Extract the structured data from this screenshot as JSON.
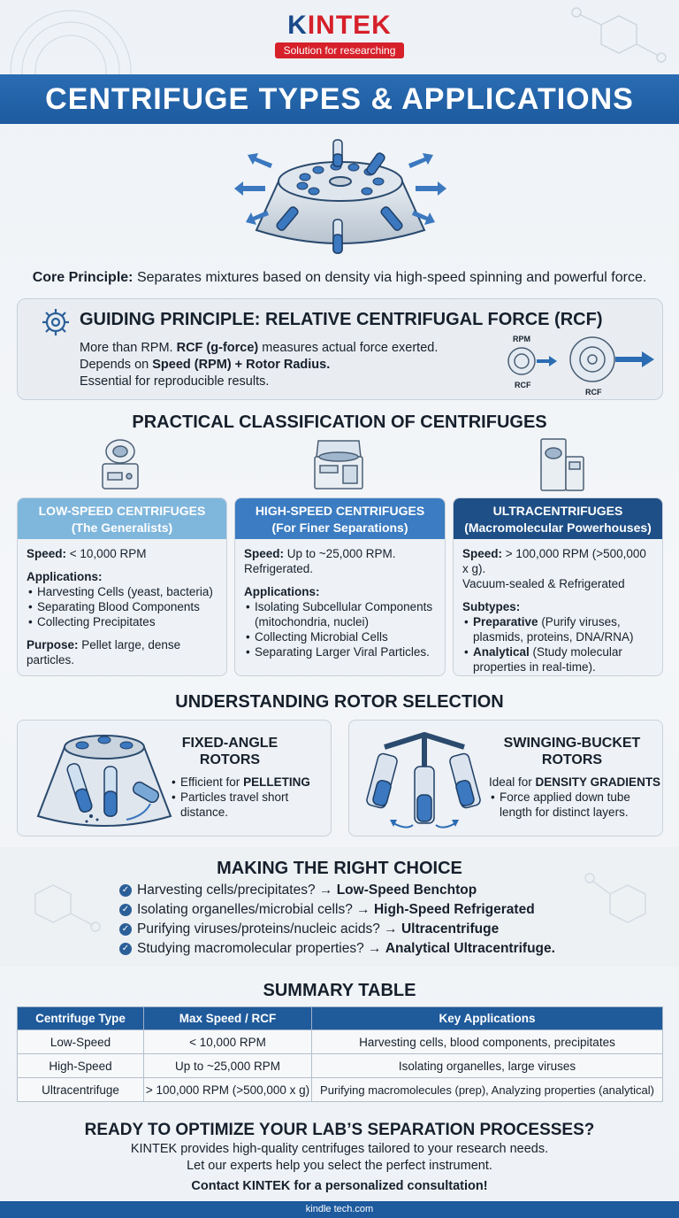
{
  "brand": {
    "name": "KINTEK",
    "tagline": "Solution for researching"
  },
  "title": "CENTRIFUGE TYPES & APPLICATIONS",
  "core": {
    "label": "Core Principle:",
    "text": "Separates mixtures based on density via high-speed spinning and powerful force."
  },
  "rcf": {
    "title": "GUIDING PRINCIPLE: RELATIVE CENTRIFUGAL FORCE (RCF)",
    "line1_a": "More than RPM.",
    "line1_b": "RCF (g-force)",
    "line1_c": "measures actual force exerted.",
    "line2_a": "Depends on",
    "line2_b": "Speed (RPM) + Rotor Radius.",
    "line3": "Essential for reproducible results.",
    "diagram": {
      "rpm": "RPM",
      "rcf_small": "RCF",
      "rcf_large": "RCF"
    }
  },
  "classification": {
    "heading": "PRACTICAL CLASSIFICATION OF CENTRIFUGES",
    "cards": [
      {
        "title": "LOW-SPEED CENTRIFUGES",
        "subtitle": "(The Generalists)",
        "color": "#7fb6dc",
        "speed_label": "Speed:",
        "speed": "< 10,000 RPM",
        "apps_label": "Applications:",
        "apps": [
          "Harvesting Cells (yeast, bacteria)",
          "Separating Blood Components",
          "Collecting Precipitates"
        ],
        "purpose_label": "Purpose:",
        "purpose": "Pellet large, dense particles."
      },
      {
        "title": "HIGH-SPEED CENTRIFUGES",
        "subtitle": "(For Finer Separations)",
        "color": "#3b7cc2",
        "speed_label": "Speed:",
        "speed": "Up to ~25,000 RPM.",
        "speed2": "Refrigerated.",
        "apps_label": "Applications:",
        "apps": [
          "Isolating Subcellular Components (mitochondria, nuclei)",
          "Collecting Microbial Cells",
          "Separating Larger Viral Particles."
        ]
      },
      {
        "title": "ULTRACENTRIFUGES",
        "subtitle": "(Macromolecular Powerhouses)",
        "color": "#1e4f86",
        "speed_label": "Speed:",
        "speed": "> 100,000 RPM (>500,000 x g).",
        "speed2": "Vacuum-sealed & Refrigerated",
        "sub_label": "Subtypes:",
        "subtypes": [
          {
            "name": "Preparative",
            "desc": "(Purify viruses, plasmids, proteins, DNA/RNA)"
          },
          {
            "name": "Analytical",
            "desc": "(Study molecular properties in real-time)."
          }
        ]
      }
    ]
  },
  "rotors": {
    "heading": "UNDERSTANDING ROTOR SELECTION",
    "fixed": {
      "title1": "FIXED-ANGLE",
      "title2": "ROTORS",
      "b1a": "Efficient for",
      "b1b": "PELLETING",
      "b2": "Particles travel short distance."
    },
    "swing": {
      "title1": "SWINGING-BUCKET",
      "title2": "ROTORS",
      "l1a": "Ideal for",
      "l1b": "DENSITY GRADIENTS",
      "b1": "Force applied down tube length for distinct layers."
    }
  },
  "choice": {
    "heading": "MAKING THE RIGHT CHOICE",
    "items": [
      {
        "q": "Harvesting cells/precipitates? →",
        "a": "Low-Speed Benchtop"
      },
      {
        "q": "Isolating organelles/microbial cells? →",
        "a": "High-Speed Refrigerated"
      },
      {
        "q": "Purifying viruses/proteins/nucleic acids? →",
        "a": "Ultracentrifuge"
      },
      {
        "q": "Studying macromolecular properties? →",
        "a": "Analytical Ultracentrifuge."
      }
    ]
  },
  "table": {
    "heading": "SUMMARY TABLE",
    "headers": [
      "Centrifuge Type",
      "Max Speed / RCF",
      "Key Applications"
    ],
    "rows": [
      [
        "Low-Speed",
        "< 10,000 RPM",
        "Harvesting cells, blood components, precipitates"
      ],
      [
        "High-Speed",
        "Up to ~25,000 RPM",
        "Isolating organelles, large viruses"
      ],
      [
        "Ultracentrifuge",
        "> 100,000 RPM (>500,000 x g)",
        "Purifying macromolecules (prep), Analyzing properties (analytical)"
      ]
    ]
  },
  "cta": {
    "heading": "READY TO OPTIMIZE YOUR LAB’S SEPARATION PROCESSES?",
    "line1": "KINTEK provides high-quality centrifuges tailored to your research needs.",
    "line2": "Let our experts help you select the perfect instrument.",
    "line3": "Contact KINTEK for a personalized consultation!"
  },
  "footer": "kindle tech.com"
}
